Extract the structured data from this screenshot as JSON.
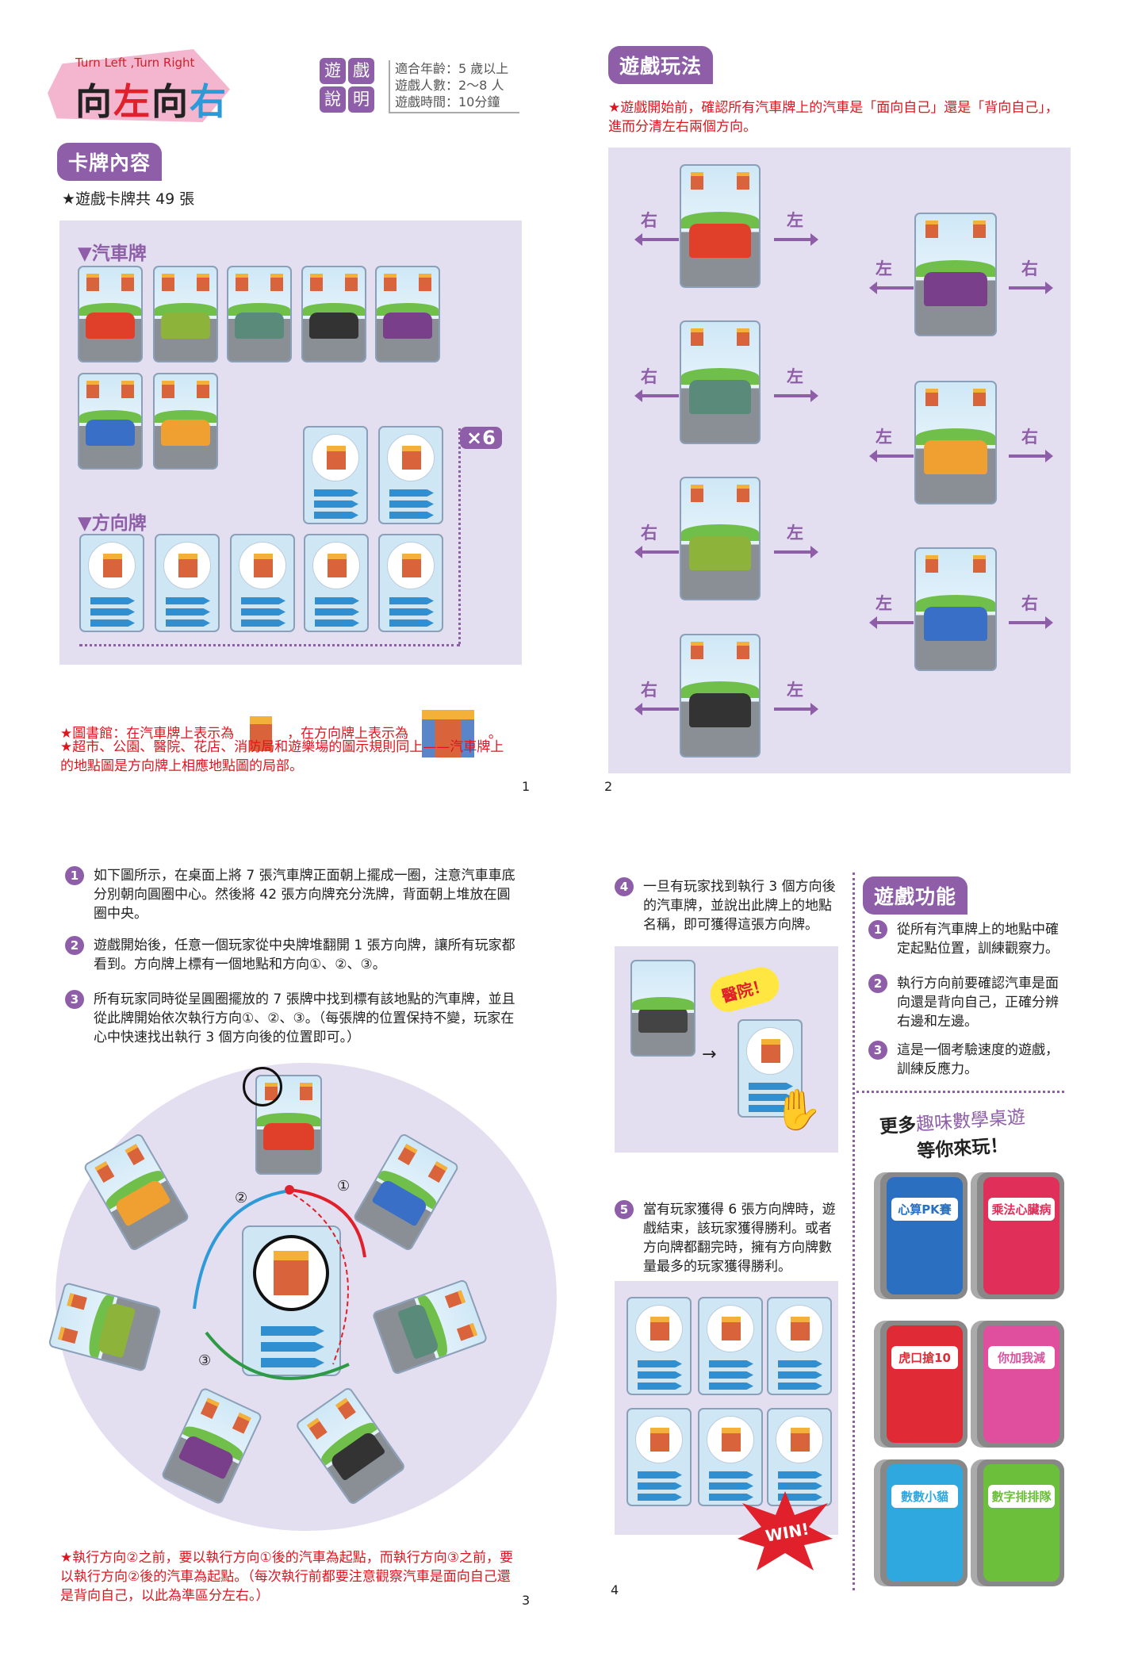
{
  "page1": {
    "logo": {
      "english": "Turn Left ,Turn Right",
      "c1": "向",
      "c2": "左",
      "c3": "向",
      "c4": "右"
    },
    "badge": [
      "遊",
      "戲",
      "說",
      "明"
    ],
    "info": [
      "適合年齡：5 歲以上",
      "遊戲人數：2～8 人",
      "遊戲時間：10分鐘"
    ],
    "section_title": "卡牌內容",
    "total": "★遊戲卡牌共 49 張",
    "car_label": "▼汽車牌",
    "dir_label": "▼方向牌",
    "multiplier": "×6",
    "note1_a": "★圖書館：在汽車牌上表示為",
    "note1_b": "，在方向牌上表示為",
    "note1_c": "。",
    "note2": "★超市、公園、醫院、花店、消防局和遊樂場的圖示規則同上——汽車牌上的地點圖是方向牌上相應地點圖的局部。",
    "page_number": "1"
  },
  "page2": {
    "section_title": "遊戲玩法",
    "note": "★遊戲開始前，確認所有汽車牌上的汽車是「面向自己」還是「背向自己」，進而分清左右兩個方向。",
    "right": "右",
    "left": "左",
    "page_number": "2"
  },
  "page3": {
    "steps": [
      {
        "n": "1",
        "text": "如下圖所示，在桌面上將 7 張汽車牌正面朝上擺成一圈，注意汽車車底分別朝向圓圈中心。然後將 42 張方向牌充分洗牌，背面朝上堆放在圓圈中央。"
      },
      {
        "n": "2",
        "text": "遊戲開始後，任意一個玩家從中央牌堆翻開 1 張方向牌，讓所有玩家都看到。方向牌上標有一個地點和方向①、②、③。"
      },
      {
        "n": "3",
        "text": "所有玩家同時從呈圓圈擺放的 7 張牌中找到標有該地點的汽車牌，並且從此牌開始依次執行方向①、②、③。（每張牌的位置保持不變，玩家在心中快速找出執行 3 個方向後的位置即可。）"
      }
    ],
    "diagram_marks": [
      "①",
      "②",
      "③"
    ],
    "note": "★執行方向②之前，要以執行方向①後的汽車為起點，而執行方向③之前，要以執行方向②後的汽車為起點。（每次執行前都要注意觀察汽車是面向自己還是背向自己，以此為準區分左右。）",
    "page_number": "3"
  },
  "page4": {
    "step4": {
      "n": "4",
      "text": "一旦有玩家找到執行 3 個方向後的汽車牌，並說出此牌上的地點名稱，即可獲得這張方向牌。"
    },
    "bubble": "醫院！",
    "step5": {
      "n": "5",
      "text": "當有玩家獲得 6 張方向牌時，遊戲結束，該玩家獲得勝利。或者方向牌都翻完時，擁有方向牌數量最多的玩家獲得勝利。"
    },
    "win": "WIN!",
    "features_title": "遊戲功能",
    "features": [
      {
        "n": "1",
        "text": "從所有汽車牌上的地點中確定起點位置，訓練觀察力。"
      },
      {
        "n": "2",
        "text": "執行方向前要確認汽車是面向還是背向自己，正確分辨右邊和左邊。"
      },
      {
        "n": "3",
        "text": "這是一個考驗速度的遊戲，訓練反應力。"
      }
    ],
    "more_a": "更多",
    "more_b": "趣味數學桌遊",
    "more_c": "等你來玩！",
    "products": [
      {
        "name": "心算PK賽",
        "color": "#2a6fc0"
      },
      {
        "name": "乘法心臟病",
        "color": "#e0305a"
      },
      {
        "name": "虎口搶10",
        "color": "#e02a35"
      },
      {
        "name": "你加我減",
        "color": "#e04f9e"
      },
      {
        "name": "數數小貓",
        "color": "#2fa8e0"
      },
      {
        "name": "數字排排隊",
        "color": "#6cbf3a"
      }
    ],
    "page_number": "4"
  },
  "colors": {
    "purple": "#8e5fa8",
    "panel": "#e4dff0",
    "red": "#e0141e"
  }
}
